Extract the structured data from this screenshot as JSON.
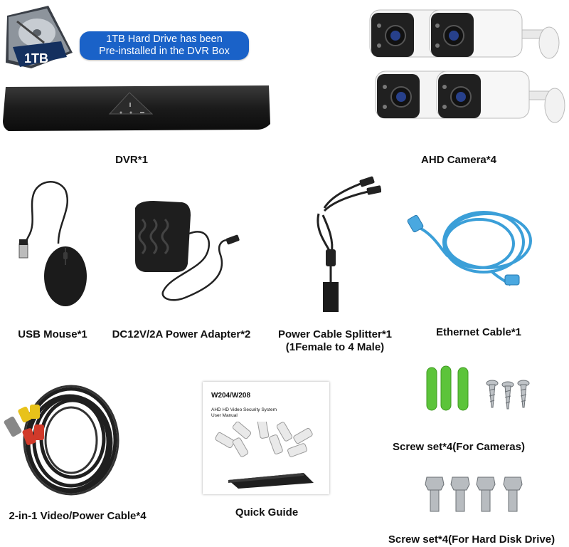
{
  "badge": {
    "line1": "1TB Hard Drive has been",
    "line2": "Pre-installed in the DVR Box"
  },
  "hdd_label": "1TB",
  "manual": {
    "model": "W204/W208",
    "line1": "AHD HD Video Security System",
    "line2": "User Manual"
  },
  "captions": {
    "dvr": "DVR*1",
    "camera": "AHD Camera*4",
    "mouse": "USB Mouse*1",
    "adapter": "DC12V/2A Power Adapter*2",
    "splitter_line1": "Power Cable Splitter*1",
    "splitter_line2": "(1Female to 4 Male)",
    "ethernet": "Ethernet Cable*1",
    "video_cable": "2-in-1 Video/Power Cable*4",
    "quick_guide": "Quick Guide",
    "screws_camera": "Screw set*4(For Cameras)",
    "screws_hdd": "Screw set*4(For Hard Disk Drive)"
  },
  "colors": {
    "badge_blue": "#1a62c8",
    "ethernet_blue": "#3b9fd8",
    "anchor_green": "#5cc43a",
    "device_black": "#1c1c1c"
  }
}
